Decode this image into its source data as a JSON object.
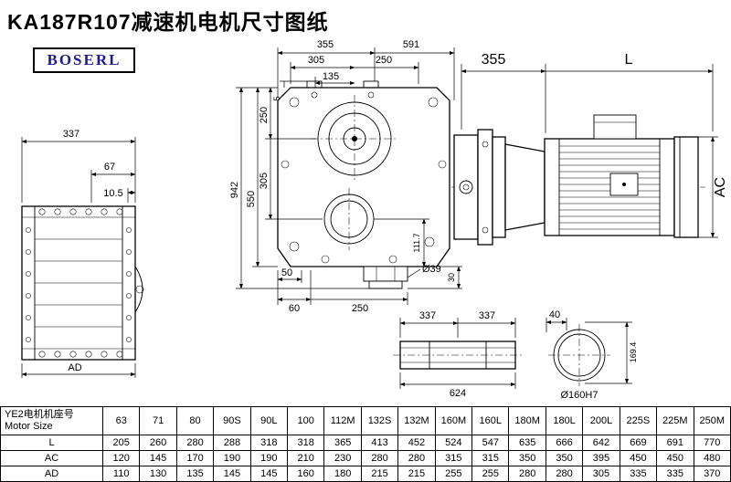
{
  "title": "KA187R107减速机电机尺寸图纸",
  "logo": "BOSERL",
  "colors": {
    "logo_text": "#1c1c8f",
    "line": "#000000",
    "background": "#ffffff"
  },
  "views": {
    "side": {
      "d337": "337",
      "d67": "67",
      "d105": "10.5",
      "dAD": "AD"
    },
    "front": {
      "d355": "355",
      "d591": "591",
      "d305t": "305",
      "d250t": "250",
      "d135": "135",
      "d5": "5",
      "d250l": "250",
      "d305l": "305",
      "d550": "550",
      "d942": "942",
      "d1117": "111.7",
      "d50": "50",
      "d60": "60",
      "d250b": "250",
      "dia39": "Ø39",
      "d30": "30"
    },
    "motor": {
      "d355": "355",
      "dL": "L",
      "dAC": "AC"
    },
    "shaft": {
      "d337a": "337",
      "d337b": "337",
      "d624": "624",
      "d40": "40",
      "d1694": "169.4",
      "dia160": "Ø160H7"
    }
  },
  "table": {
    "header_cn": "YE2电机机座号",
    "header_en": "Motor Size",
    "columns": [
      "63",
      "71",
      "80",
      "90S",
      "90L",
      "100",
      "112M",
      "132S",
      "132M",
      "160M",
      "160L",
      "180M",
      "180L",
      "200L",
      "225S",
      "225M",
      "250M"
    ],
    "rows": [
      {
        "label": "L",
        "values": [
          "205",
          "260",
          "280",
          "288",
          "318",
          "318",
          "365",
          "413",
          "452",
          "524",
          "547",
          "635",
          "666",
          "642",
          "669",
          "691",
          "770"
        ]
      },
      {
        "label": "AC",
        "values": [
          "120",
          "145",
          "170",
          "190",
          "190",
          "210",
          "230",
          "280",
          "280",
          "315",
          "315",
          "350",
          "350",
          "395",
          "450",
          "450",
          "480"
        ]
      },
      {
        "label": "AD",
        "values": [
          "110",
          "130",
          "135",
          "145",
          "145",
          "160",
          "180",
          "215",
          "215",
          "255",
          "255",
          "280",
          "280",
          "305",
          "335",
          "335",
          "370"
        ]
      }
    ]
  }
}
